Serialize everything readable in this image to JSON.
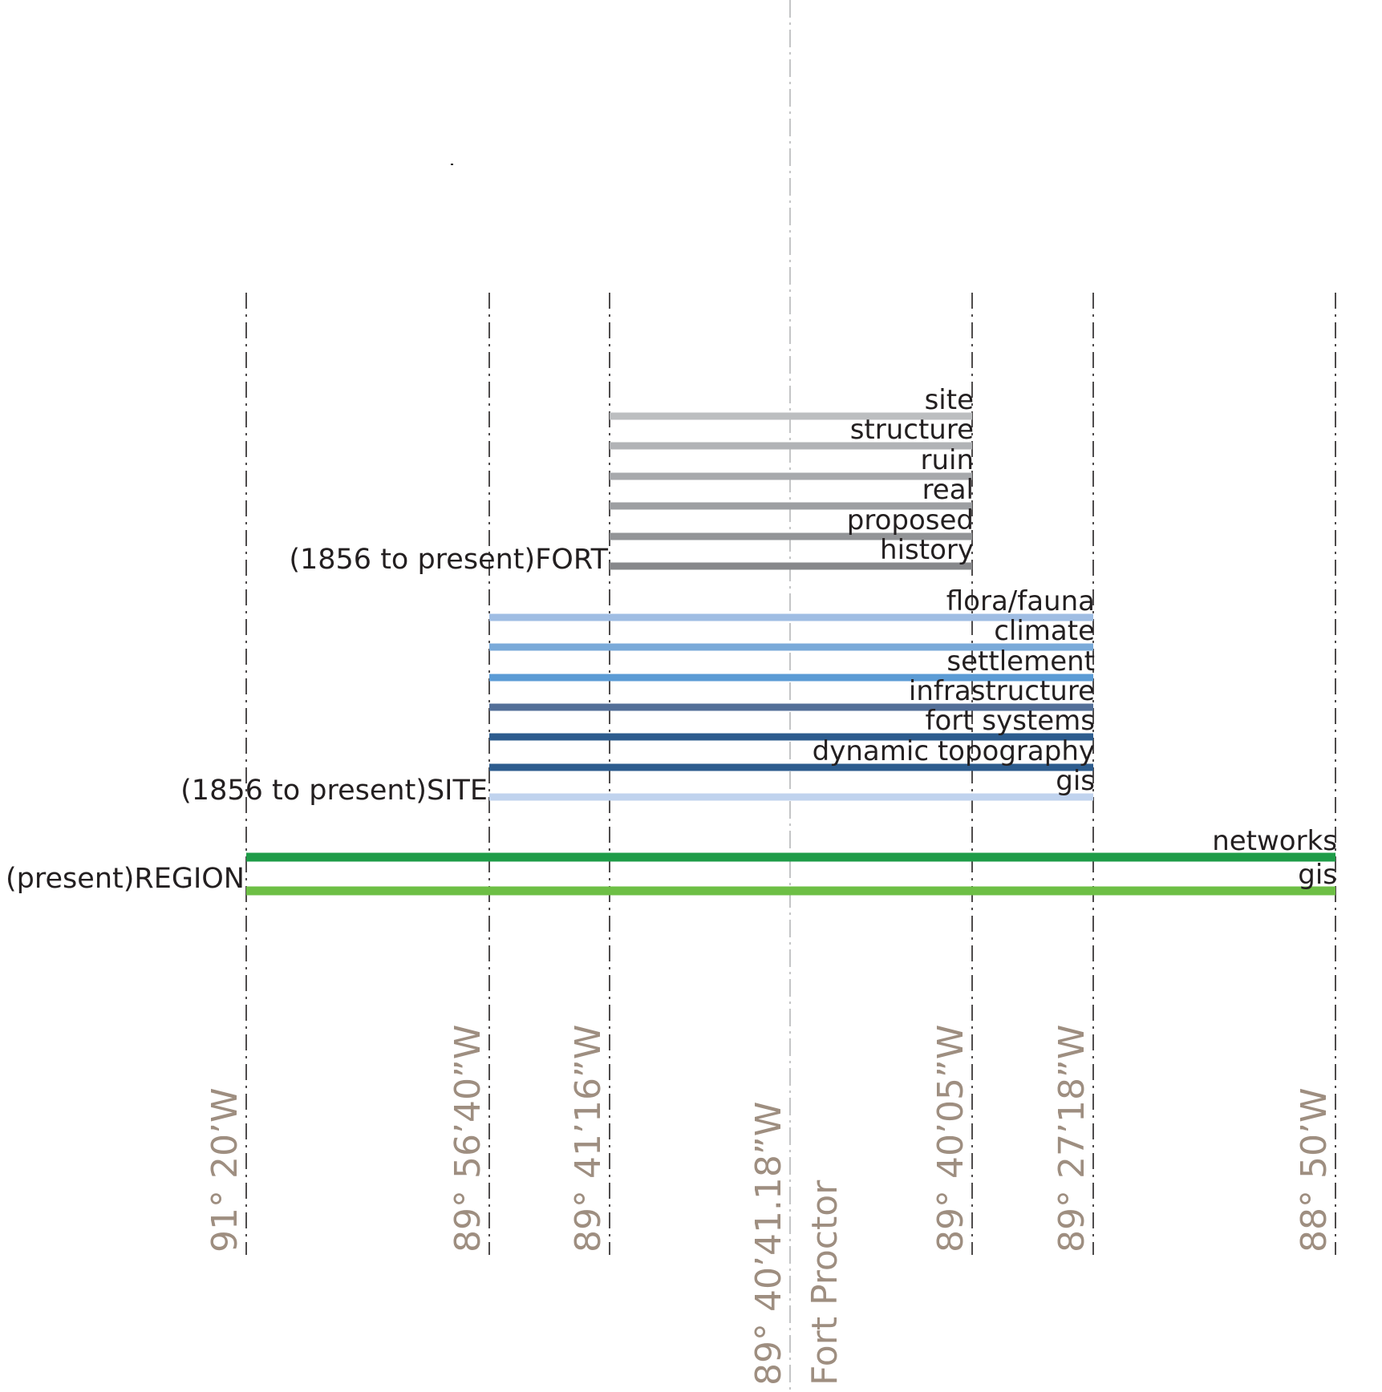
{
  "diagram": {
    "center": {
      "key": "c",
      "coord_label": "89° 40’41.18”W",
      "name": "Fort Proctor"
    },
    "meridians": [
      {
        "key": "m1",
        "label": "91° 20’W"
      },
      {
        "key": "m2",
        "label": "89° 56’40”W"
      },
      {
        "key": "m3",
        "label": "89° 41’16”W"
      },
      {
        "key": "m4",
        "label": "89° 40’05”W"
      },
      {
        "key": "m5",
        "label": "89° 27’18”W"
      },
      {
        "key": "m6",
        "label": "88° 50’W"
      }
    ],
    "groups": [
      {
        "label": "(1856 to present)FORT",
        "start": "m3",
        "end": "m4",
        "bars": [
          {
            "label": "site",
            "color": "#bcbec0"
          },
          {
            "label": "structure",
            "color": "#b1b3b6"
          },
          {
            "label": "ruin",
            "color": "#a7a9ac"
          },
          {
            "label": "real",
            "color": "#9d9fa2"
          },
          {
            "label": "proposed",
            "color": "#929497"
          },
          {
            "label": "history",
            "color": "#87888b"
          }
        ]
      },
      {
        "label": "(1856 to present)SITE",
        "start": "m2",
        "end": "m5",
        "bars": [
          {
            "label": "flora/fauna",
            "color": "#9fbde3"
          },
          {
            "label": "climate",
            "color": "#7aaad9"
          },
          {
            "label": "settlement",
            "color": "#5b9bd5"
          },
          {
            "label": "infrastructure",
            "color": "#536f98"
          },
          {
            "label": "fort systems",
            "color": "#2d5c8e"
          },
          {
            "label": "dynamic topography",
            "color": "#2d5c8e"
          },
          {
            "label": "gis",
            "color": "#c0d3ee"
          }
        ]
      },
      {
        "label": "(present)REGION",
        "start": "m1",
        "end": "m6",
        "bars": [
          {
            "label": "networks",
            "color": "#1e9c48"
          },
          {
            "label": "gis",
            "color": "#6dbf45"
          }
        ]
      }
    ]
  }
}
